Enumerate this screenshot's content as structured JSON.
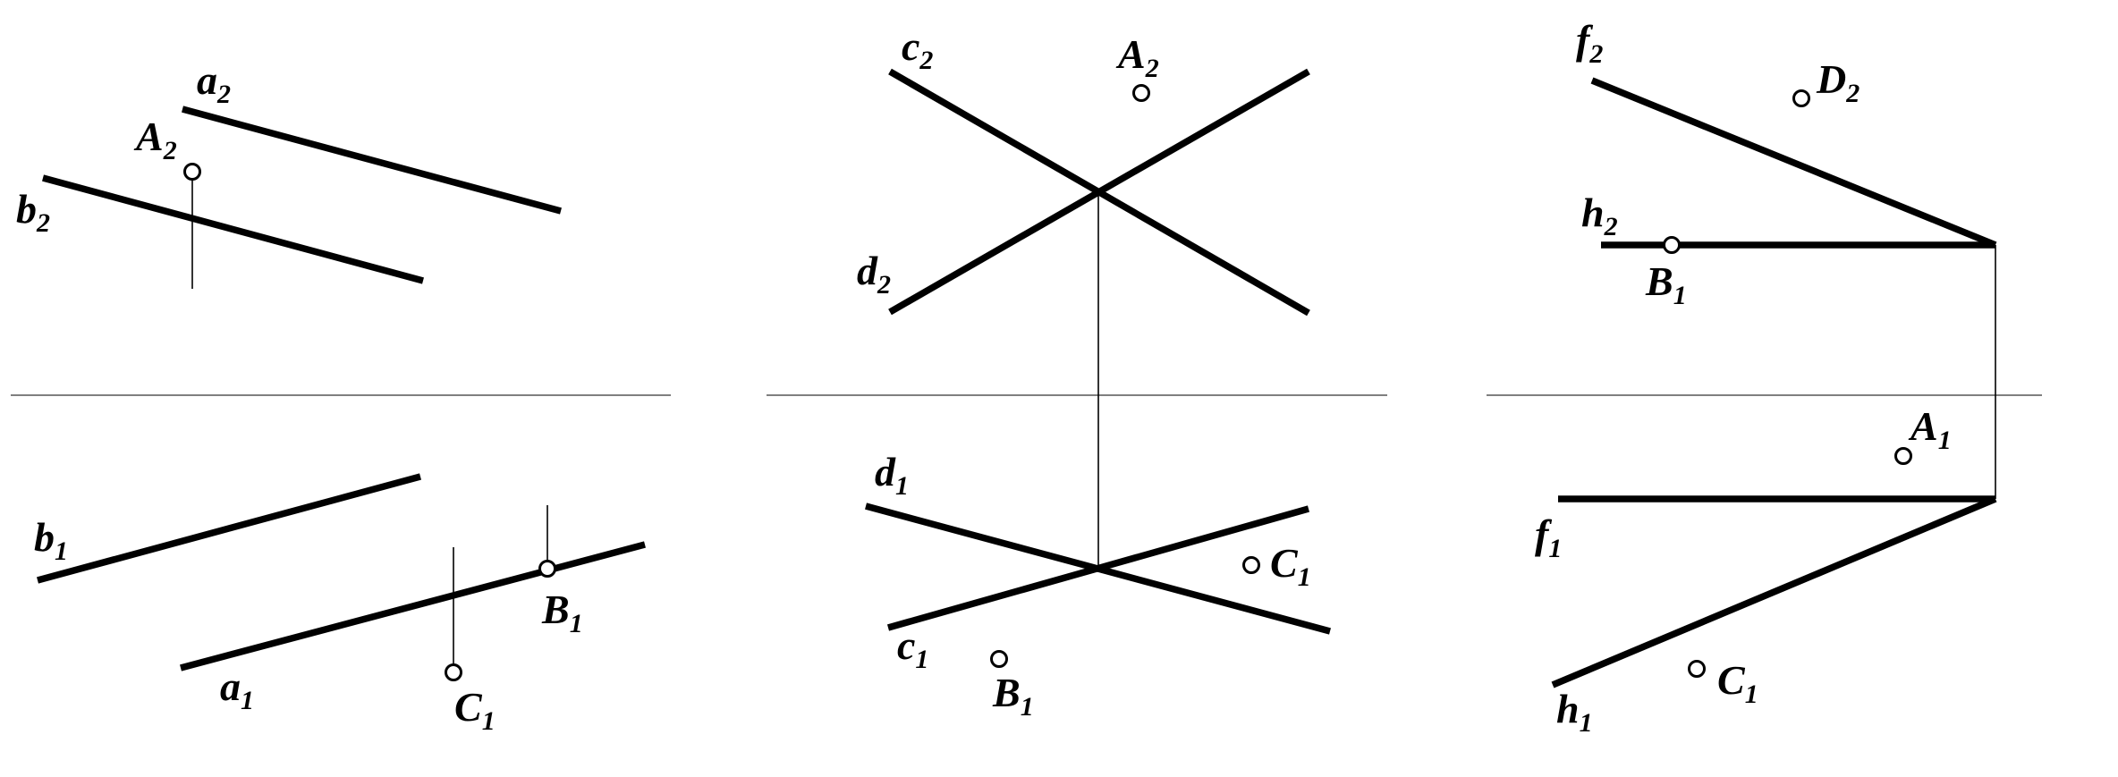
{
  "colors": {
    "ink": "#000000",
    "axis": "#555555",
    "background": "#ffffff"
  },
  "panels": [
    {
      "id": "left",
      "labels": [
        {
          "id": "a2",
          "base": "a",
          "sub": "2"
        },
        {
          "id": "A2",
          "base": "A",
          "sub": "2"
        },
        {
          "id": "b2",
          "base": "b",
          "sub": "2"
        },
        {
          "id": "b1",
          "base": "b",
          "sub": "1"
        },
        {
          "id": "B1",
          "base": "B",
          "sub": "1"
        },
        {
          "id": "a1",
          "base": "a",
          "sub": "1"
        },
        {
          "id": "C1",
          "base": "C",
          "sub": "1"
        }
      ]
    },
    {
      "id": "middle",
      "labels": [
        {
          "id": "c2",
          "base": "c",
          "sub": "2"
        },
        {
          "id": "A2",
          "base": "A",
          "sub": "2"
        },
        {
          "id": "d2",
          "base": "d",
          "sub": "2"
        },
        {
          "id": "d1",
          "base": "d",
          "sub": "1"
        },
        {
          "id": "C1",
          "base": "C",
          "sub": "1"
        },
        {
          "id": "c1",
          "base": "c",
          "sub": "1"
        },
        {
          "id": "B1",
          "base": "B",
          "sub": "1"
        }
      ]
    },
    {
      "id": "right",
      "labels": [
        {
          "id": "f2",
          "base": "f",
          "sub": "2"
        },
        {
          "id": "D2",
          "base": "D",
          "sub": "2"
        },
        {
          "id": "h2",
          "base": "h",
          "sub": "2"
        },
        {
          "id": "B1",
          "base": "B",
          "sub": "1"
        },
        {
          "id": "A1",
          "base": "A",
          "sub": "1"
        },
        {
          "id": "f1",
          "base": "f",
          "sub": "1"
        },
        {
          "id": "C1",
          "base": "C",
          "sub": "1"
        },
        {
          "id": "h1",
          "base": "h",
          "sub": "1"
        }
      ]
    }
  ]
}
